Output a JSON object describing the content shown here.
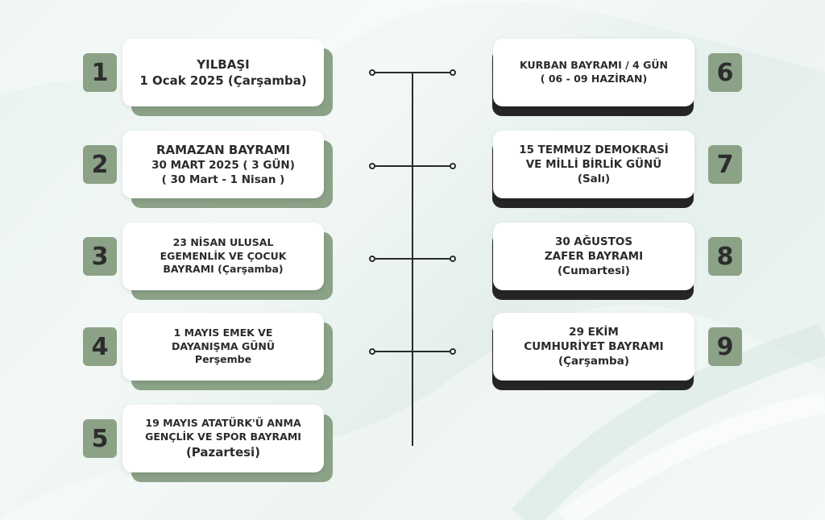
{
  "holidays": [
    {
      "number": "1",
      "lines": [
        "YILBAŞI",
        "1 Ocak 2025 (Çarşamba)"
      ]
    },
    {
      "number": "2",
      "lines": [
        "RAMAZAN BAYRAMI",
        "30 MART 2025 ( 3 GÜN)",
        "( 30 Mart - 1 Nisan )"
      ]
    },
    {
      "number": "3",
      "lines": [
        "23 NİSAN ULUSAL",
        "EGEMENLİK VE ÇOCUK",
        "BAYRAMI  (Çarşamba)"
      ]
    },
    {
      "number": "4",
      "lines": [
        "1 MAYIS EMEK VE",
        "DAYANIŞMA GÜNÜ",
        "Perşembe"
      ]
    },
    {
      "number": "5",
      "lines": [
        "19 MAYIS ATATÜRK'Ü ANMA",
        "GENÇLİK VE SPOR BAYRAMI",
        "(Pazartesi)"
      ]
    },
    {
      "number": "6",
      "lines": [
        "KURBAN BAYRAMI / 4 GÜN",
        "( 06 - 09 HAZİRAN)"
      ]
    },
    {
      "number": "7",
      "lines": [
        "15 TEMMUZ DEMOKRASİ",
        "VE MİLLİ BİRLİK GÜNÜ",
        "(Salı)"
      ]
    },
    {
      "number": "8",
      "lines": [
        "30 AĞUSTOS",
        "ZAFER BAYRAMI",
        "(Cumartesi)"
      ]
    },
    {
      "number": "9",
      "lines": [
        "29 EKİM",
        "CUMHURİYET BAYRAMI",
        "(Çarşamba)"
      ]
    }
  ],
  "colors": {
    "left_accent": "#8ba287",
    "right_accent": "#252525",
    "card": "#ffffff",
    "line": "#2a2a2a"
  }
}
